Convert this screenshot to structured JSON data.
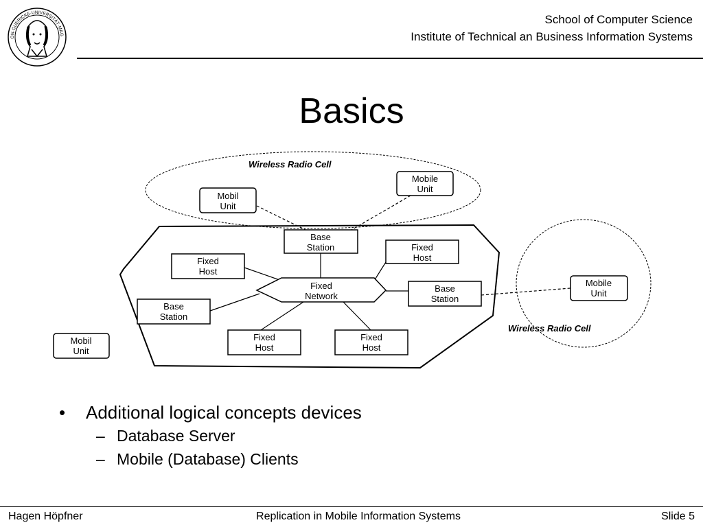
{
  "header": {
    "school": "School of Computer Science",
    "institute": "Institute of Technical an Business Information Systems"
  },
  "title": "Basics",
  "diagram": {
    "cell_top_label": "Wireless Radio Cell",
    "cell_right_label": "Wireless Radio Cell",
    "mobil_unit_top": [
      "Mobil",
      "Unit"
    ],
    "mobile_unit_top": [
      "Mobile",
      "Unit"
    ],
    "base_station_top": [
      "Base",
      "Station"
    ],
    "fixed_host_left": [
      "Fixed",
      "Host"
    ],
    "fixed_host_right": [
      "Fixed",
      "Host"
    ],
    "fixed_network": [
      "Fixed",
      "Network"
    ],
    "base_station_right": [
      "Base",
      "Station"
    ],
    "base_station_left": [
      "Base",
      "Station"
    ],
    "fixed_host_bottom_left": [
      "Fixed",
      "Host"
    ],
    "fixed_host_bottom_right": [
      "Fixed",
      "Host"
    ],
    "mobile_unit_right": [
      "Mobile",
      "Unit"
    ],
    "mobil_unit_left": [
      "Mobil",
      "Unit"
    ]
  },
  "bullets": {
    "main": "Additional logical concepts devices",
    "bullet_char": "•",
    "dash_char": "–",
    "sub": [
      "Database Server",
      "Mobile (Database) Clients"
    ]
  },
  "footer": {
    "author": "Hagen Höpfner",
    "course": "Replication in Mobile Information Systems",
    "slide": "Slide 5"
  }
}
